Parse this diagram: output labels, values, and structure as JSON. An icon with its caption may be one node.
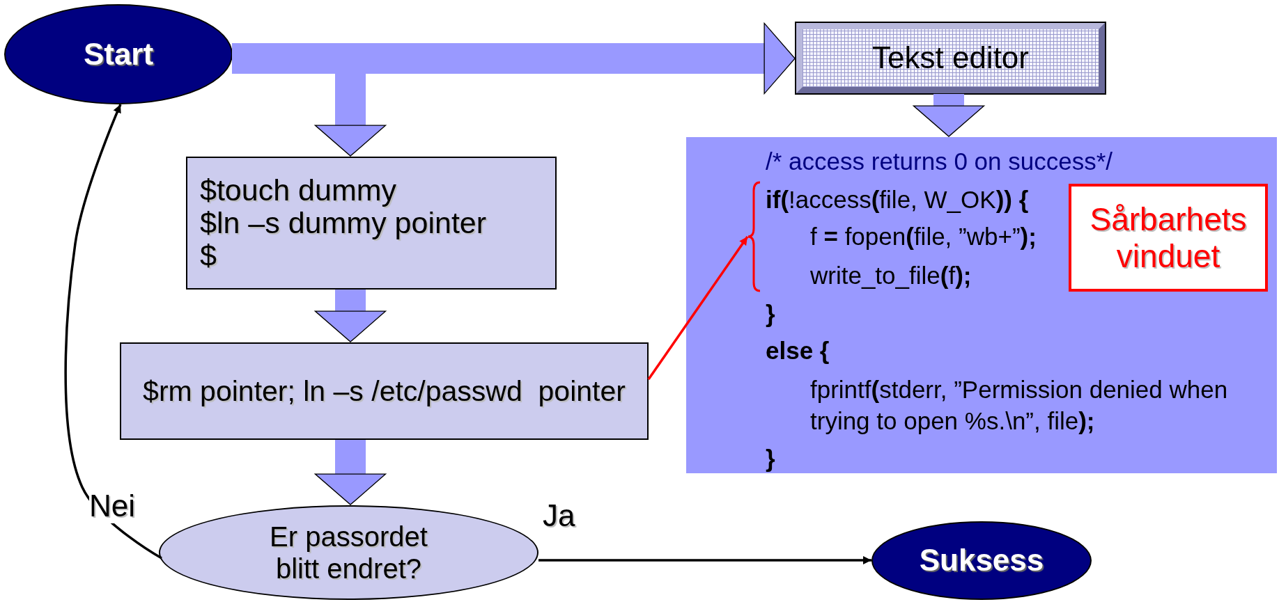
{
  "diagram": {
    "nodes": [
      {
        "text": [
          "Start"
        ]
      },
      {
        "text": [
          "Tekst editor"
        ]
      },
      {
        "text": [
          "/* access returns 0 on success*/",
          "**if(**!access**(**file, W_OK**)) {**",
          "f **=** fopen**(**file, ”wb+”**);**",
          "write_to_file**(**f**);**",
          "}",
          "else {",
          "fprintf**(**stderr, ”Permission denied when trying to open %s.\\n”, file**);**",
          "}"
        ]
      },
      {
        "text": [],
        "shape": "brace",
        "in": 2
      },
      {
        "text": [
          "Sårbarhets vinduet"
        ],
        "in": 2
      },
      {
        "text": [
          "$touch dummy",
          "$ln –s dummy pointer",
          "$"
        ]
      },
      {
        "text": [
          "$rm pointer; ln –s /etc/passwd  pointer"
        ]
      },
      {
        "text": [
          "Er passordet blitt endret?"
        ]
      },
      {
        "text": [
          "Suksess"
        ]
      }
    ],
    "edges": [
      {
        "from": 0,
        "to": 1,
        "arrow": "to"
      },
      {
        "from": 0,
        "to": 5,
        "arrow": "to"
      },
      {
        "from": 1,
        "to": 2,
        "arrow": "to"
      },
      {
        "from": 5,
        "to": 6,
        "arrow": "to"
      },
      {
        "from": 6,
        "to": 3,
        "arrow": "to",
        "color": "#ff0000"
      },
      {
        "from": 6,
        "to": 7,
        "arrow": "to"
      },
      {
        "from": 7,
        "to": 0,
        "arrow": "to",
        "label": "Nei",
        "color": "#000000"
      },
      {
        "from": 7,
        "to": 8,
        "arrow": "to",
        "label": "Ja",
        "color": "#000000"
      }
    ]
  }
}
